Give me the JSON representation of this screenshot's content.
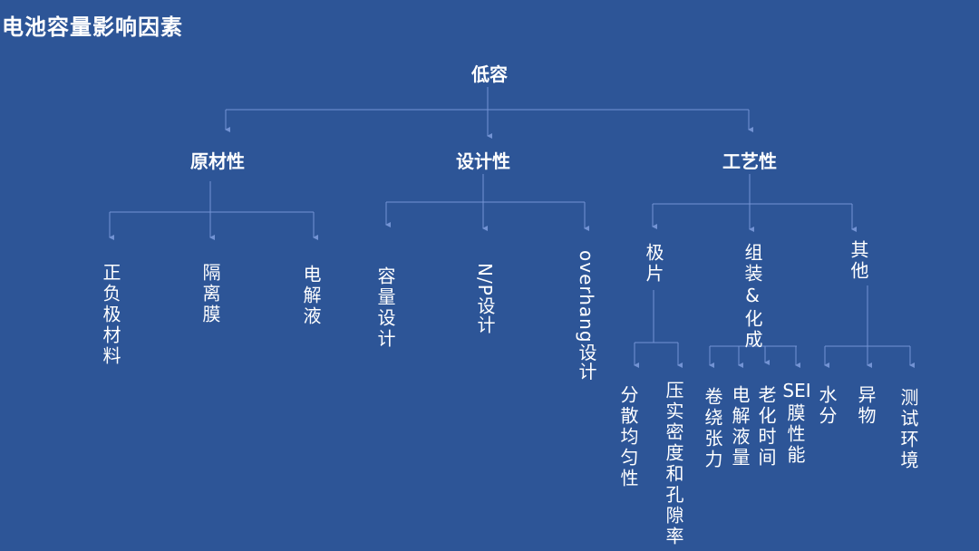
{
  "title": "电池容量影响因素",
  "root": "低容",
  "categories": {
    "raw": "原材性",
    "design": "设计性",
    "process": "工艺性"
  },
  "raw_items": [
    "正负极材料",
    "隔离膜",
    "电解液"
  ],
  "design_items": [
    "容量设计",
    "N/P设计",
    "overhang设计"
  ],
  "process_items": [
    "极片",
    "组装&化成",
    "其他"
  ],
  "electrode_items": [
    "分散均匀性",
    "压实密度和孔隙率"
  ],
  "assembly_items": [
    "卷绕张力",
    "电解液量",
    "老化时间",
    "SEI",
    "膜性能"
  ],
  "other_items": [
    "水分",
    "异物",
    "测试环境"
  ],
  "colors": {
    "background": "#2d5597",
    "line": "#7393d4",
    "text": "#ffffff"
  }
}
